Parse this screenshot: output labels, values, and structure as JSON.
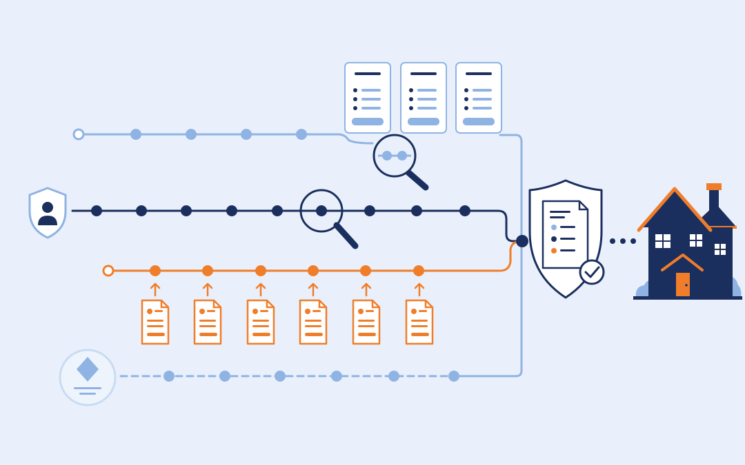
{
  "colors": {
    "background": "#e9f0fb",
    "navy": "#1b2f5e",
    "orange": "#f07d2a",
    "light_blue": "#8fb3e3",
    "pale_blue": "#c9dbf3",
    "white": "#ffffff"
  },
  "icons": {
    "user_shield": "user-shield-icon",
    "search": "magnifier-icon",
    "report": "report-document-icon",
    "document": "document-icon",
    "shield_check": "shield-check-icon",
    "house": "house-icon",
    "diamond": "diamond-badge-icon"
  },
  "lanes": [
    {
      "id": "light",
      "style": "solid",
      "color": "light_blue",
      "nodes": 5
    },
    {
      "id": "navy",
      "style": "solid",
      "color": "navy",
      "nodes": 9
    },
    {
      "id": "orange",
      "style": "solid",
      "color": "orange",
      "nodes": 6,
      "documents": 6
    },
    {
      "id": "dashed",
      "style": "dashed",
      "color": "light_blue",
      "nodes": 6
    }
  ],
  "report_cards": 3,
  "destination": "house-icon"
}
